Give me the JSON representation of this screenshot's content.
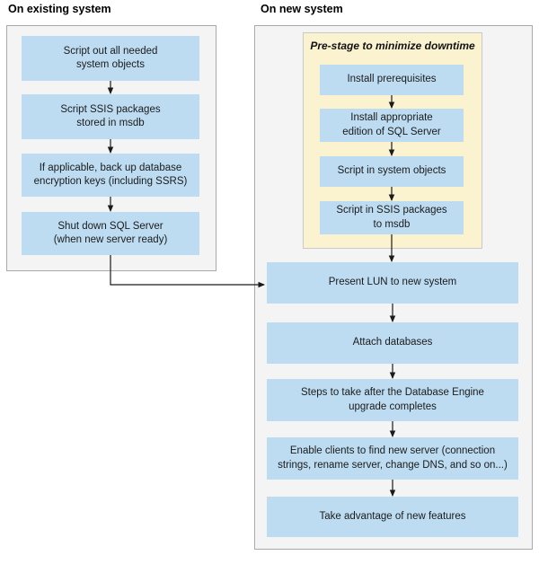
{
  "existing": {
    "header": "On existing system",
    "steps": [
      {
        "label": "Script out all needed\nsystem objects"
      },
      {
        "label": "Script SSIS packages\nstored in msdb"
      },
      {
        "label": "If applicable, back up database\nencryption keys (including SSRS)"
      },
      {
        "label": "Shut down SQL Server\n(when new server ready)"
      }
    ]
  },
  "new_system": {
    "header": "On new system",
    "prestage": {
      "title": "Pre-stage to minimize downtime",
      "steps": [
        {
          "label": "Install prerequisites"
        },
        {
          "label": "Install appropriate\nedition of SQL Server"
        },
        {
          "label": "Script in system objects"
        },
        {
          "label": "Script in SSIS packages\nto msdb"
        }
      ]
    },
    "steps": [
      {
        "label": "Present LUN to new system"
      },
      {
        "label": "Attach databases"
      },
      {
        "label": "Steps to take after the Database Engine\nupgrade completes"
      },
      {
        "label": "Enable clients to find new server (connection\nstrings, rename server, change DNS, and so on...)"
      },
      {
        "label": "Take advantage of new features"
      }
    ]
  },
  "colors": {
    "step_box": "#BDDCF2",
    "prestage_panel": "#FBF2D0",
    "system_panel": "#F4F4F5",
    "panel_border": "#A9A9A9",
    "arrow": "#1A1A1A"
  }
}
